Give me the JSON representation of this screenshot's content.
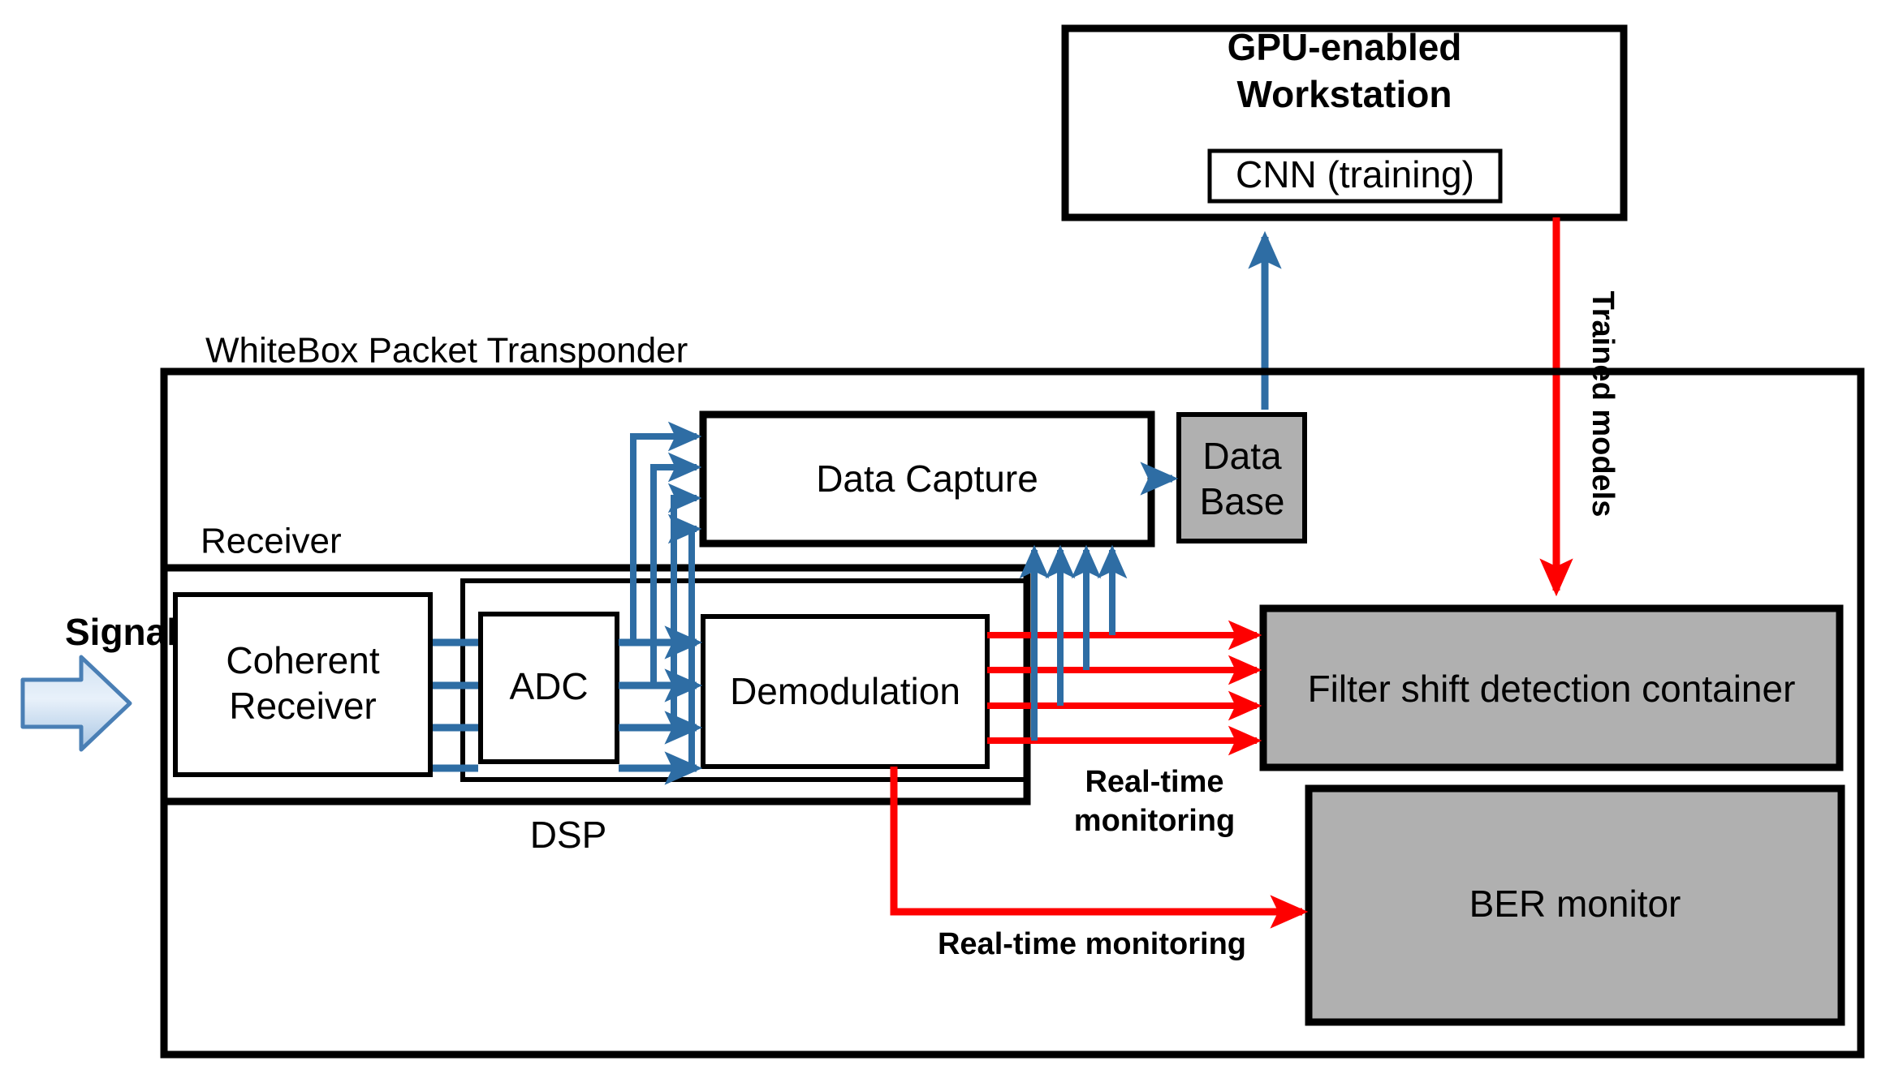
{
  "diagram": {
    "title_visible": false,
    "colors": {
      "blue_wire": "#2e6da4",
      "red_wire": "#fe0000",
      "gray_fill": "#b0b0b0",
      "box_stroke": "#000000",
      "signal_arrow_light": "#dce9f5",
      "signal_arrow_dark": "#8fb4d6"
    },
    "nodes": {
      "gpu_workstation": {
        "line1": "GPU-enabled",
        "line2": "Workstation"
      },
      "cnn_training": "CNN (training)",
      "transponder_label": "WhiteBox Packet Transponder",
      "receiver_label": "Receiver",
      "dsp_label": "DSP",
      "coherent_receiver": {
        "line1": "Coherent",
        "line2": "Receiver"
      },
      "adc": "ADC",
      "demodulation": "Demodulation",
      "data_capture": "Data Capture",
      "data_base": {
        "line1": "Data",
        "line2": "Base"
      },
      "filter_shift_container": "Filter shift detection container",
      "ber_monitor": "BER monitor"
    },
    "labels": {
      "signal": "Signal",
      "trained_models": "Trained models",
      "realtime_monitoring_upper_line1": "Real-time",
      "realtime_monitoring_upper_line2": "monitoring",
      "realtime_monitoring_lower": "Real-time monitoring"
    }
  }
}
